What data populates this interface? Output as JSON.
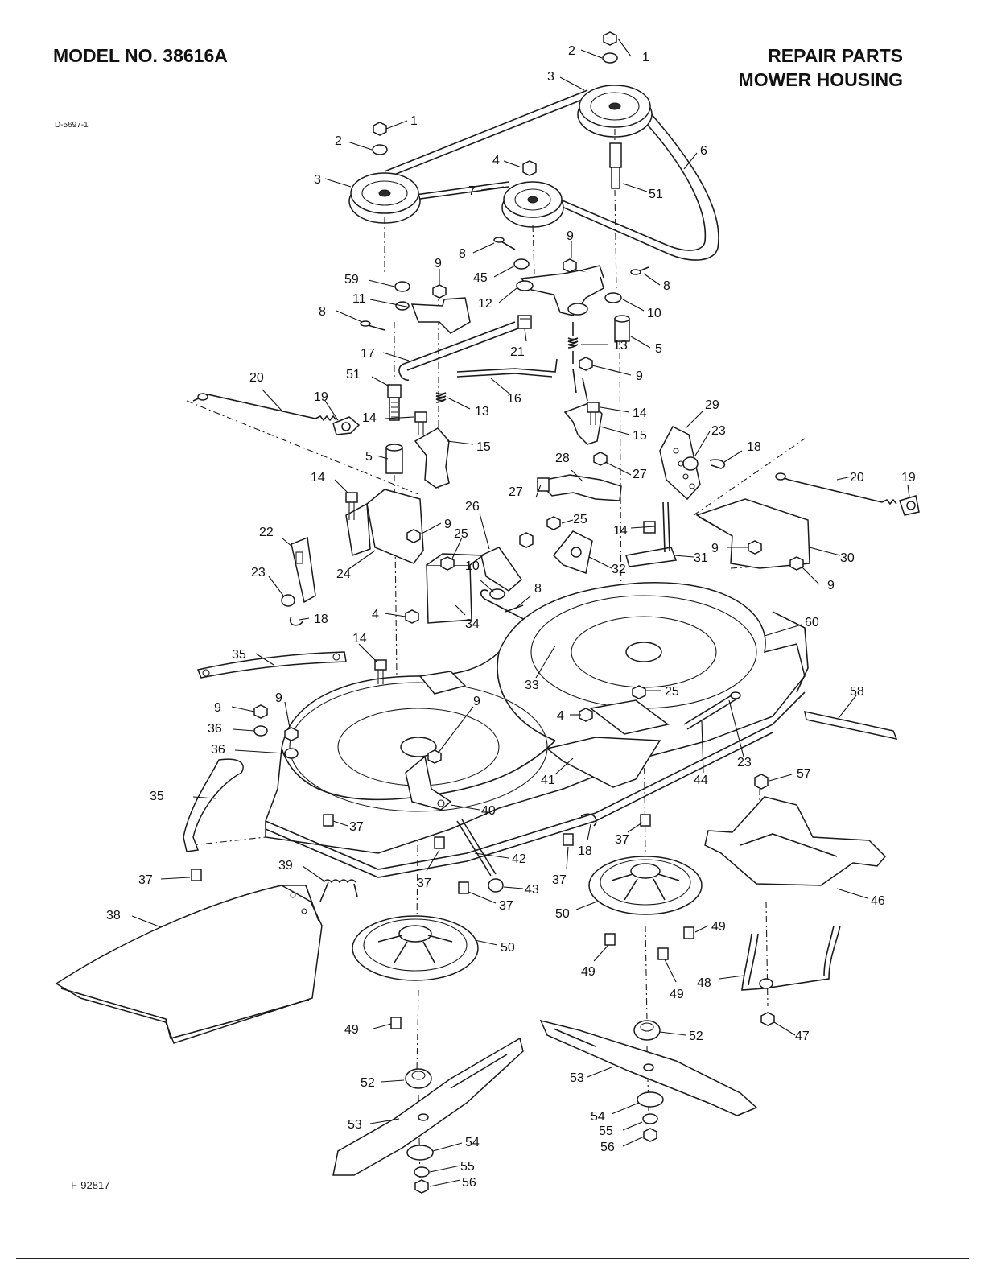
{
  "header": {
    "model": "MODEL NO.  38616A",
    "title_line1": "REPAIR  PARTS",
    "title_line2": "MOWER  HOUSING",
    "drawing_code": "D-5697-1",
    "figure_code": "F-92817"
  },
  "callouts": [
    {
      "id": "c1a",
      "label": "1"
    },
    {
      "id": "c2a",
      "label": "2"
    },
    {
      "id": "c3a",
      "label": "3"
    },
    {
      "id": "c1b",
      "label": "1"
    },
    {
      "id": "c2b",
      "label": "2"
    },
    {
      "id": "c3b",
      "label": "3"
    },
    {
      "id": "c4a",
      "label": "4"
    },
    {
      "id": "c6",
      "label": "6"
    },
    {
      "id": "c7",
      "label": "7"
    },
    {
      "id": "c51a",
      "label": "51"
    },
    {
      "id": "c8a",
      "label": "8"
    },
    {
      "id": "c9a",
      "label": "9"
    },
    {
      "id": "c45",
      "label": "45"
    },
    {
      "id": "c8b",
      "label": "8"
    },
    {
      "id": "c59",
      "label": "59"
    },
    {
      "id": "c9b",
      "label": "9"
    },
    {
      "id": "c12",
      "label": "12"
    },
    {
      "id": "c10a",
      "label": "10"
    },
    {
      "id": "c11",
      "label": "11"
    },
    {
      "id": "c8c",
      "label": "8"
    },
    {
      "id": "c5a",
      "label": "5"
    },
    {
      "id": "c21",
      "label": "21"
    },
    {
      "id": "c13a",
      "label": "13"
    },
    {
      "id": "c17",
      "label": "17"
    },
    {
      "id": "c9c",
      "label": "9"
    },
    {
      "id": "c51b",
      "label": "51"
    },
    {
      "id": "c16",
      "label": "16"
    },
    {
      "id": "c20a",
      "label": "20"
    },
    {
      "id": "c19a",
      "label": "19"
    },
    {
      "id": "c13b",
      "label": "13"
    },
    {
      "id": "c29",
      "label": "29"
    },
    {
      "id": "c14a",
      "label": "14"
    },
    {
      "id": "c14b",
      "label": "14"
    },
    {
      "id": "c15a",
      "label": "15"
    },
    {
      "id": "c15b",
      "label": "15"
    },
    {
      "id": "c23a",
      "label": "23"
    },
    {
      "id": "c5b",
      "label": "5"
    },
    {
      "id": "c18a",
      "label": "18"
    },
    {
      "id": "c28",
      "label": "28"
    },
    {
      "id": "c27a",
      "label": "27"
    },
    {
      "id": "c27b",
      "label": "27"
    },
    {
      "id": "c20b",
      "label": "20"
    },
    {
      "id": "c19b",
      "label": "19"
    },
    {
      "id": "c14c",
      "label": "14"
    },
    {
      "id": "c26",
      "label": "26"
    },
    {
      "id": "c25a",
      "label": "25"
    },
    {
      "id": "c9d",
      "label": "9"
    },
    {
      "id": "c25b",
      "label": "25"
    },
    {
      "id": "c22",
      "label": "22"
    },
    {
      "id": "c14d",
      "label": "14"
    },
    {
      "id": "c30",
      "label": "30"
    },
    {
      "id": "c31",
      "label": "31"
    },
    {
      "id": "c9e",
      "label": "9"
    },
    {
      "id": "c23b",
      "label": "23"
    },
    {
      "id": "c24",
      "label": "24"
    },
    {
      "id": "c10b",
      "label": "10"
    },
    {
      "id": "c32",
      "label": "32"
    },
    {
      "id": "c9f",
      "label": "9"
    },
    {
      "id": "c18b",
      "label": "18"
    },
    {
      "id": "c8d",
      "label": "8"
    },
    {
      "id": "c4b",
      "label": "4"
    },
    {
      "id": "c34",
      "label": "34"
    },
    {
      "id": "c60",
      "label": "60"
    },
    {
      "id": "c35a",
      "label": "35"
    },
    {
      "id": "c14e",
      "label": "14"
    },
    {
      "id": "c33",
      "label": "33"
    },
    {
      "id": "c25c",
      "label": "25"
    },
    {
      "id": "c9g",
      "label": "9"
    },
    {
      "id": "c9h",
      "label": "9"
    },
    {
      "id": "c9i",
      "label": "9"
    },
    {
      "id": "c4c",
      "label": "4"
    },
    {
      "id": "c58",
      "label": "58"
    },
    {
      "id": "c36a",
      "label": "36"
    },
    {
      "id": "c36b",
      "label": "36"
    },
    {
      "id": "c23c",
      "label": "23"
    },
    {
      "id": "c44",
      "label": "44"
    },
    {
      "id": "c41",
      "label": "41"
    },
    {
      "id": "c35b",
      "label": "35"
    },
    {
      "id": "c57",
      "label": "57"
    },
    {
      "id": "c40",
      "label": "40"
    },
    {
      "id": "c37a",
      "label": "37"
    },
    {
      "id": "c18c",
      "label": "18"
    },
    {
      "id": "c37b",
      "label": "37"
    },
    {
      "id": "c42",
      "label": "42"
    },
    {
      "id": "c37c",
      "label": "37"
    },
    {
      "id": "c39",
      "label": "39"
    },
    {
      "id": "c37d",
      "label": "37"
    },
    {
      "id": "c43",
      "label": "43"
    },
    {
      "id": "c37e",
      "label": "37"
    },
    {
      "id": "c37f",
      "label": "37"
    },
    {
      "id": "c46",
      "label": "46"
    },
    {
      "id": "c38",
      "label": "38"
    },
    {
      "id": "c50a",
      "label": "50"
    },
    {
      "id": "c49a",
      "label": "49"
    },
    {
      "id": "c50b",
      "label": "50"
    },
    {
      "id": "c49b",
      "label": "49"
    },
    {
      "id": "c49c",
      "label": "49"
    },
    {
      "id": "c48",
      "label": "48"
    },
    {
      "id": "c49d",
      "label": "49"
    },
    {
      "id": "c52a",
      "label": "52"
    },
    {
      "id": "c47",
      "label": "47"
    },
    {
      "id": "c53a",
      "label": "53"
    },
    {
      "id": "c52b",
      "label": "52"
    },
    {
      "id": "c54a",
      "label": "54"
    },
    {
      "id": "c55a",
      "label": "55"
    },
    {
      "id": "c56a",
      "label": "56"
    },
    {
      "id": "c53b",
      "label": "53"
    },
    {
      "id": "c54b",
      "label": "54"
    },
    {
      "id": "c55b",
      "label": "55"
    },
    {
      "id": "c56b",
      "label": "56"
    }
  ]
}
